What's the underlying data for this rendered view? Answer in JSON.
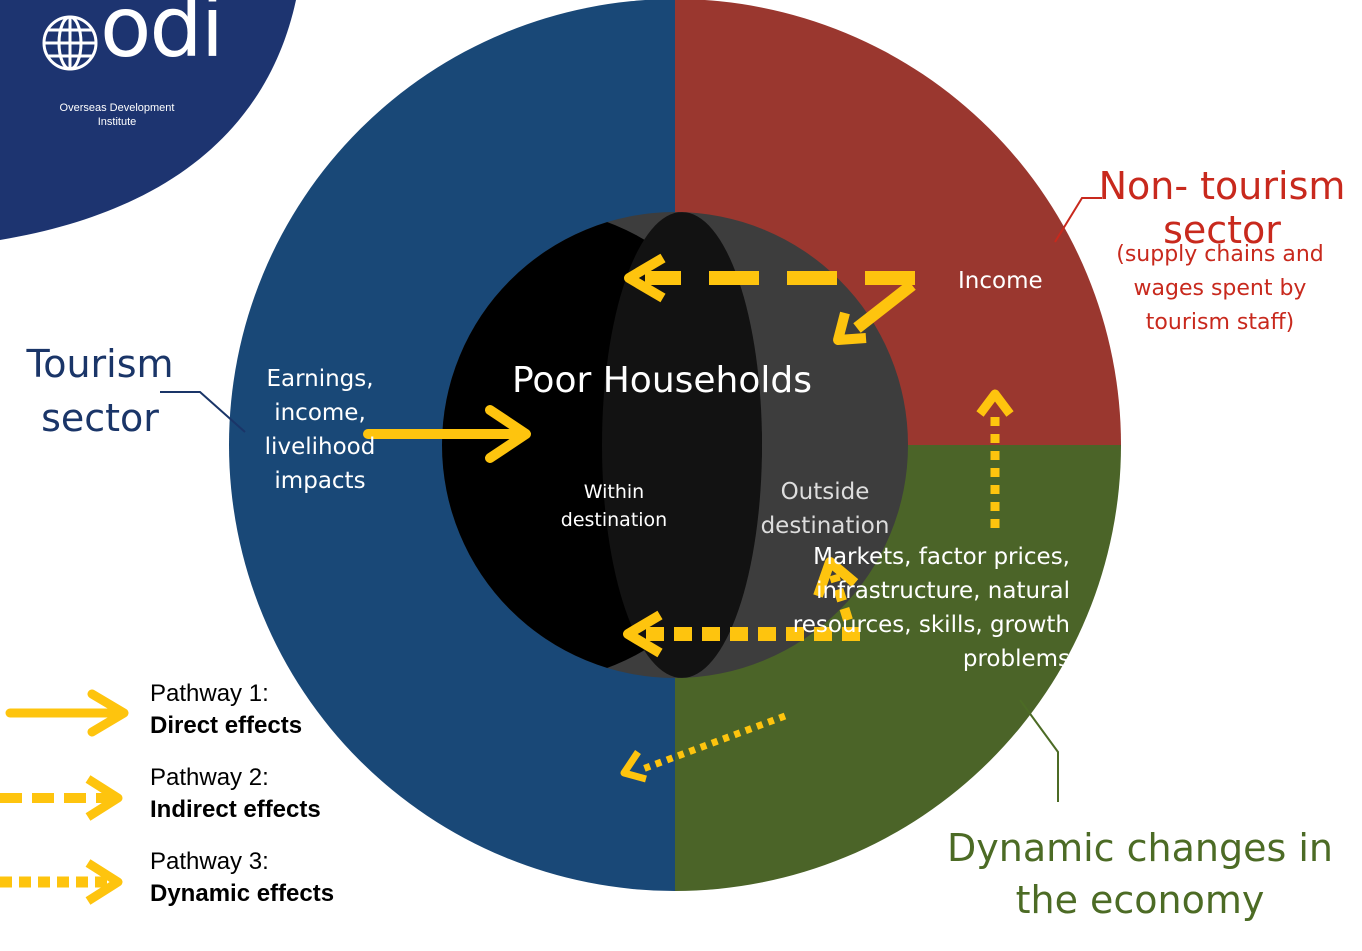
{
  "logo": {
    "wordmark": "odi",
    "subtitle_line1": "Overseas Development",
    "subtitle_line2": "Institute"
  },
  "sectors": {
    "tourism": {
      "line1": "Tourism",
      "line2": "sector"
    },
    "non_tourism": {
      "line1": "Non- tourism",
      "line2": "sector",
      "detail": "(supply chains and wages spent by tourism staff)"
    },
    "dynamic": {
      "title": "Dynamic changes in the economy"
    }
  },
  "ring_text": {
    "earnings": "Earnings, income, livelihood impacts",
    "income": "Income",
    "markets": "Markets, factor prices, infrastructure, natural resources, skills, growth problems"
  },
  "center": {
    "title": "Poor Households",
    "within": "Within destination",
    "outside": "Outside destination"
  },
  "legend": [
    {
      "label": "Pathway 1:",
      "description": "Direct effects",
      "style": "solid"
    },
    {
      "label": "Pathway 2:",
      "description": "Indirect effects",
      "style": "dashed"
    },
    {
      "label": "Pathway 3:",
      "description": "Dynamic effects",
      "style": "dotted"
    }
  ],
  "colors": {
    "tourism_blue": "#194877",
    "non_tourism_red": "#9a372f",
    "dynamic_green": "#4b6428",
    "arrow_yellow": "#fec40e",
    "center_black": "#000000",
    "outside_grey": "#3d3d3d",
    "logo_navy": "#1d3470",
    "label_navy": "#1a3568",
    "label_red": "#c8291d",
    "label_green": "#4c6b25"
  }
}
